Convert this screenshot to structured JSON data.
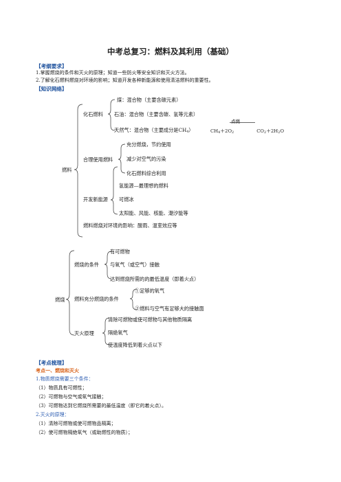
{
  "title": "中考总复习：燃料及其利用（基础）",
  "exam_requirements": {
    "heading": "考纲要求",
    "items": [
      "1.掌握燃烧的条件和灭火的原理；知道一些防火等安全知识和灭火方法。",
      "2.了解化石燃料燃烧对环境的影响；知道开发各种新能源和使用清洁燃料的重要性。"
    ]
  },
  "knowledge_network": {
    "heading": "知识网络",
    "fuel_tree": {
      "root": "燃料",
      "fossil": "化石燃料",
      "coal": "煤：混合物（主要含碳元素）",
      "oil": "石油：混合物（主要含碳、氢等元素）",
      "gas": "天然气：混合物（主要成分是CH",
      "gas_sub": "4",
      "gas_close": "）",
      "eq_left": "CH",
      "eq_left_sub": "4",
      "eq_plus": "＋2O",
      "eq_plus_sub": "2",
      "eq_cond": "点燃",
      "eq_right": "CO",
      "eq_right_sub": "2",
      "eq_right2": "＋2H",
      "eq_right2_sub": "2",
      "eq_right3": "O",
      "rational": "合理使用燃料",
      "r1": "充分燃烧，节约使用",
      "r2": "减少对空气的污染",
      "r3": "化石燃料综合利用",
      "newenergy": "开发新能源",
      "n1": "氢能源—最理想的燃料",
      "n2": "可燃冰",
      "n3": "太阳能、风能、核能、潮汐能等",
      "impact": "燃料燃烧对环境的影响：酸雨、温室效应等"
    },
    "burn_tree": {
      "root": "燃烧",
      "cond": "燃烧的条件",
      "c1": "有可燃物",
      "c2": "与氧气（或空气）接触",
      "c3": "达到燃烧所需的的最低温度（即着火点）",
      "full": "燃料充分燃烧的条件",
      "f1": "①足够的氧气",
      "f2": "②燃料与空气有足够大的接触面",
      "ext": "灭火原理",
      "e1": "清除可燃物或使可燃物与其他物质隔离",
      "e2": "隔绝氧气",
      "e3": "使温度降低到着火点以下"
    }
  },
  "points": {
    "heading": "考点梳理",
    "point1": "考点一、燃烧和灭火",
    "s1": "1.物质燃烧需要三个条件：",
    "s1_items": [
      "（1）物质具有可燃性；",
      "（2）可燃物与空气或氧气接触；",
      "（3）可燃物达到它燃烧所需要的最低温度（即它的着火点）。"
    ],
    "s2": "2.灭火的原理：",
    "s2_items": [
      "（1）清除可燃物或使可燃物品隔离；",
      "（2）使可燃物隔绝氧气（或助燃性的物质）；"
    ]
  }
}
